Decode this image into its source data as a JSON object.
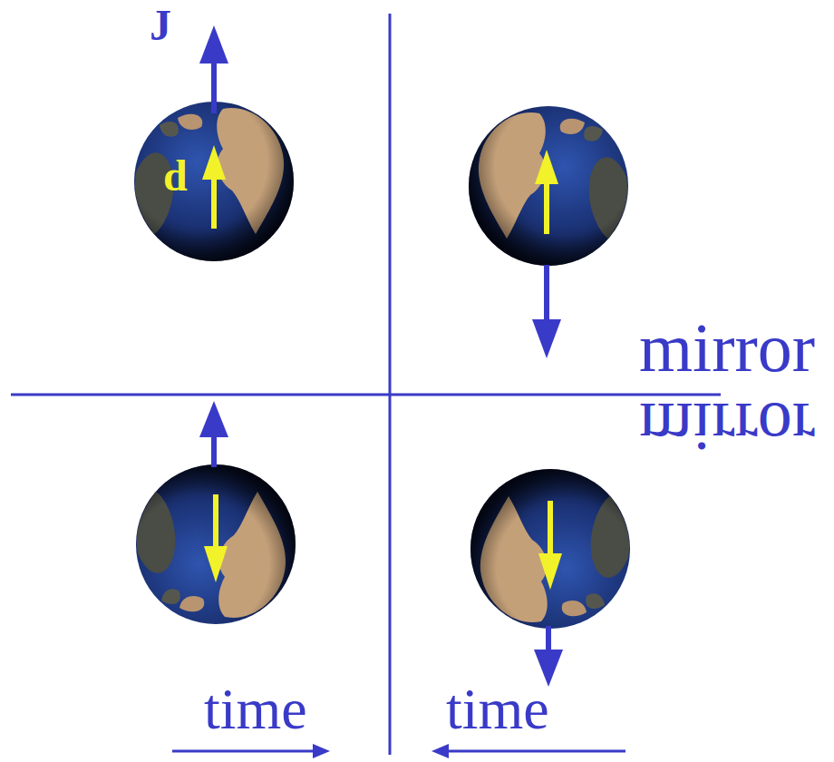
{
  "diagram": {
    "labels": [
      "J",
      "d",
      "mirror",
      "mirror",
      "time",
      "time"
    ]
  }
}
